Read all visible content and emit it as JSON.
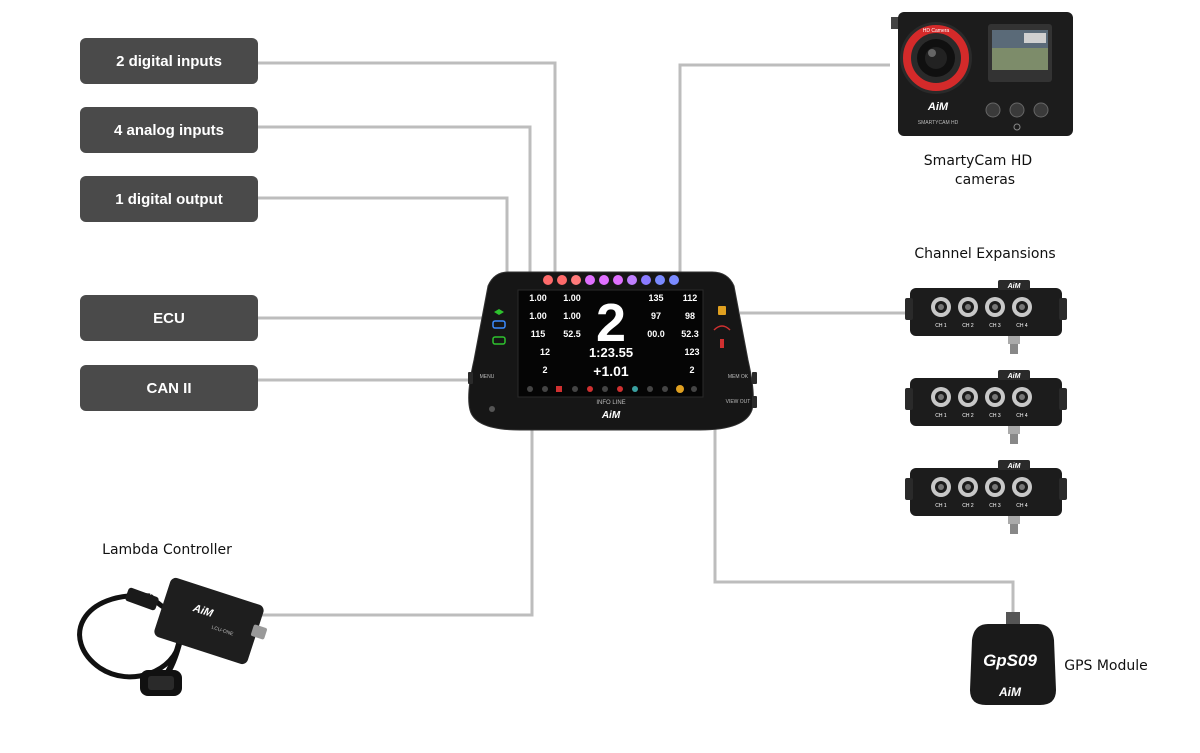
{
  "inputs": [
    {
      "label": "2 digital inputs"
    },
    {
      "label": "4 analog inputs"
    },
    {
      "label": "1 digital output"
    },
    {
      "label": "ECU"
    },
    {
      "label": "CAN II"
    }
  ],
  "devices": {
    "smartycam": {
      "caption_line1": "SmartyCam HD",
      "caption_line2": "cameras",
      "brand": "AiM",
      "model": "SMARTYCAM HD",
      "lens_label": "HD Camera"
    },
    "expansions": {
      "caption": "Channel Expansions",
      "brand": "AiM",
      "channels": [
        "CH 1",
        "CH 2",
        "CH 3",
        "CH 4"
      ]
    },
    "lambda": {
      "caption": "Lambda Controller",
      "brand": "AiM",
      "model": "LCU-ONE"
    },
    "gps": {
      "caption": "GPS Module",
      "model": "GpS09",
      "brand": "AiM"
    }
  },
  "dashboard": {
    "gear": "2",
    "laptime": "1:23.55",
    "delta": "+1.01",
    "info_line": "INFO LINE",
    "brand": "AiM",
    "buttons": {
      "menu": "MENU",
      "memory": "MEM OK",
      "view": "VIEW OUT"
    },
    "left_cells": [
      [
        "1.00",
        "1.00"
      ],
      [
        "1.00",
        "1.00"
      ],
      [
        "115",
        "52.5"
      ]
    ],
    "right_cells": [
      [
        "135",
        "112"
      ],
      [
        "97",
        "98"
      ],
      [
        "00.0",
        "52.3"
      ]
    ],
    "row4_left": "12",
    "row4_right": "123",
    "row5_left": "2",
    "row5_right": "2"
  },
  "colors": {
    "pill": "#4a4a4a",
    "connector": "#bdbdbd",
    "device_body": "#1c1c1c",
    "camera_ring": "#d42a2a",
    "led_colors": [
      "#ff6b6b",
      "#ff6b6b",
      "#ff7a7a",
      "#e070ff",
      "#e070ff",
      "#e070ff",
      "#c080ff",
      "#8a7aff",
      "#7a8aff",
      "#7a8aff"
    ]
  }
}
